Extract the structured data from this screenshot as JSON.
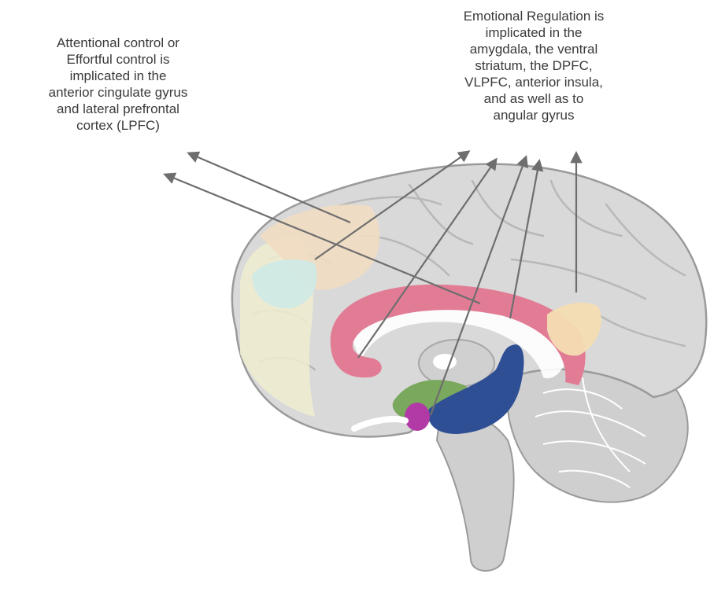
{
  "annotations": {
    "attentional_control": {
      "lines": [
        "Attentional control or",
        "Effortful control is",
        "implicated in the",
        "anterior cingulate gyrus",
        "and lateral prefrontal",
        "cortex (LPFC)"
      ]
    },
    "emotional_regulation": {
      "lines": [
        "Emotional Regulation is",
        "implicated in the",
        "amygdala, the ventral",
        "striatum, the DPFC,",
        "VLPFC, anterior insula,",
        "and as well as to",
        "angular gyrus"
      ]
    }
  },
  "colors": {
    "brain_fill": "#d9d9d9",
    "brain_outline": "#9a9a9a",
    "sulci": "#b8b8b8",
    "cingulate": "#e27c95",
    "lateral_pfc": "#f1dcc2",
    "dorsal_pfc": "#f0ecd0",
    "vlpfc": "#cdeae6",
    "insula": "#f3ddb3",
    "ventral_striatum": "#7aa85c",
    "amygdala": "#b23aa6",
    "hippocampus": "#2f4f95",
    "arrow": "#6e6e6e",
    "text": "#3a3a3a"
  }
}
